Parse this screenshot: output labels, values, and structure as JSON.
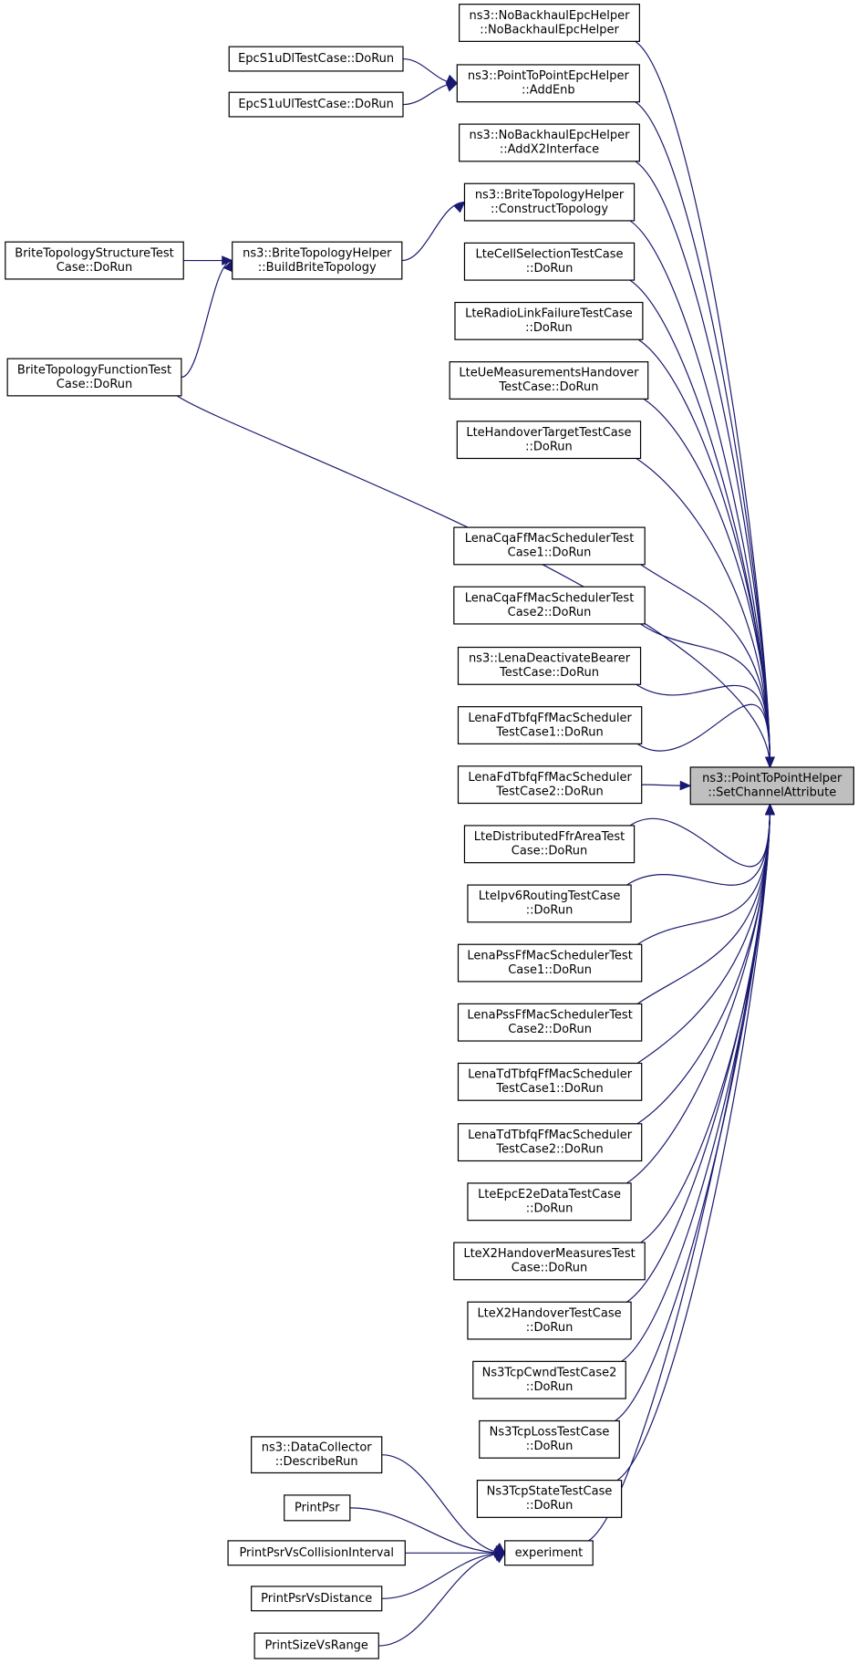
{
  "colors": {
    "edge": "#191970",
    "node_border": "#000000",
    "node_fill": "#ffffff",
    "target_fill": "#bfbfbf"
  },
  "nodes": [
    {
      "id": "target",
      "lines": [
        "ns3::PointToPointHelper",
        "::SetChannelAttribute"
      ],
      "highlight": true
    },
    {
      "id": "noBackhaulCtor",
      "lines": [
        "ns3::NoBackhaulEpcHelper",
        "::NoBackhaulEpcHelper"
      ]
    },
    {
      "id": "p2pAddEnb",
      "lines": [
        "ns3::PointToPointEpcHelper",
        "::AddEnb"
      ]
    },
    {
      "id": "s1uDl",
      "lines": [
        "EpcS1uDlTestCase::DoRun"
      ]
    },
    {
      "id": "s1uUl",
      "lines": [
        "EpcS1uUlTestCase::DoRun"
      ]
    },
    {
      "id": "noBackhaulX2",
      "lines": [
        "ns3::NoBackhaulEpcHelper",
        "::AddX2Interface"
      ]
    },
    {
      "id": "briteConstruct",
      "lines": [
        "ns3::BriteTopologyHelper",
        "::ConstructTopology"
      ]
    },
    {
      "id": "briteBuild",
      "lines": [
        "ns3::BriteTopologyHelper",
        "::BuildBriteTopology"
      ]
    },
    {
      "id": "briteStructure",
      "lines": [
        "BriteTopologyStructureTest",
        "Case::DoRun"
      ]
    },
    {
      "id": "briteFunction",
      "lines": [
        "BriteTopologyFunctionTest",
        "Case::DoRun"
      ]
    },
    {
      "id": "lteCellSel",
      "lines": [
        "LteCellSelectionTestCase",
        "::DoRun"
      ]
    },
    {
      "id": "lteRlf",
      "lines": [
        "LteRadioLinkFailureTestCase",
        "::DoRun"
      ]
    },
    {
      "id": "lteUeMeas",
      "lines": [
        "LteUeMeasurementsHandover",
        "TestCase::DoRun"
      ]
    },
    {
      "id": "lteHoTarget",
      "lines": [
        "LteHandoverTargetTestCase",
        "::DoRun"
      ]
    },
    {
      "id": "cqa1",
      "lines": [
        "LenaCqaFfMacSchedulerTest",
        "Case1::DoRun"
      ]
    },
    {
      "id": "cqa2",
      "lines": [
        "LenaCqaFfMacSchedulerTest",
        "Case2::DoRun"
      ]
    },
    {
      "id": "deactivate",
      "lines": [
        "ns3::LenaDeactivateBearer",
        "TestCase::DoRun"
      ]
    },
    {
      "id": "fdtbfq1",
      "lines": [
        "LenaFdTbfqFfMacScheduler",
        "TestCase1::DoRun"
      ]
    },
    {
      "id": "fdtbfq2",
      "lines": [
        "LenaFdTbfqFfMacScheduler",
        "TestCase2::DoRun"
      ]
    },
    {
      "id": "distFfr",
      "lines": [
        "LteDistributedFfrAreaTest",
        "Case::DoRun"
      ]
    },
    {
      "id": "ipv6",
      "lines": [
        "LteIpv6RoutingTestCase",
        "::DoRun"
      ]
    },
    {
      "id": "pss1",
      "lines": [
        "LenaPssFfMacSchedulerTest",
        "Case1::DoRun"
      ]
    },
    {
      "id": "pss2",
      "lines": [
        "LenaPssFfMacSchedulerTest",
        "Case2::DoRun"
      ]
    },
    {
      "id": "tdtbfq1",
      "lines": [
        "LenaTdTbfqFfMacScheduler",
        "TestCase1::DoRun"
      ]
    },
    {
      "id": "tdtbfq2",
      "lines": [
        "LenaTdTbfqFfMacScheduler",
        "TestCase2::DoRun"
      ]
    },
    {
      "id": "epcE2e",
      "lines": [
        "LteEpcE2eDataTestCase",
        "::DoRun"
      ]
    },
    {
      "id": "x2Meas",
      "lines": [
        "LteX2HandoverMeasuresTest",
        "Case::DoRun"
      ]
    },
    {
      "id": "x2Ho",
      "lines": [
        "LteX2HandoverTestCase",
        "::DoRun"
      ]
    },
    {
      "id": "tcpCwnd",
      "lines": [
        "Ns3TcpCwndTestCase2",
        "::DoRun"
      ]
    },
    {
      "id": "tcpLoss",
      "lines": [
        "Ns3TcpLossTestCase",
        "::DoRun"
      ]
    },
    {
      "id": "tcpState",
      "lines": [
        "Ns3TcpStateTestCase",
        "::DoRun"
      ]
    },
    {
      "id": "experiment",
      "lines": [
        "experiment"
      ]
    },
    {
      "id": "describeRun",
      "lines": [
        "ns3::DataCollector",
        "::DescribeRun"
      ]
    },
    {
      "id": "printPsr",
      "lines": [
        "PrintPsr"
      ]
    },
    {
      "id": "printPsrColl",
      "lines": [
        "PrintPsrVsCollisionInterval"
      ]
    },
    {
      "id": "printPsrDist",
      "lines": [
        "PrintPsrVsDistance"
      ]
    },
    {
      "id": "printSize",
      "lines": [
        "PrintSizeVsRange"
      ]
    }
  ],
  "edges": [
    [
      "noBackhaulCtor",
      "target"
    ],
    [
      "p2pAddEnb",
      "target"
    ],
    [
      "s1uDl",
      "p2pAddEnb"
    ],
    [
      "s1uUl",
      "p2pAddEnb"
    ],
    [
      "noBackhaulX2",
      "target"
    ],
    [
      "briteConstruct",
      "target"
    ],
    [
      "briteBuild",
      "briteConstruct"
    ],
    [
      "briteStructure",
      "briteBuild"
    ],
    [
      "briteFunction",
      "briteBuild"
    ],
    [
      "briteFunction",
      "target"
    ],
    [
      "lteCellSel",
      "target"
    ],
    [
      "lteRlf",
      "target"
    ],
    [
      "lteUeMeas",
      "target"
    ],
    [
      "lteHoTarget",
      "target"
    ],
    [
      "cqa1",
      "target"
    ],
    [
      "cqa2",
      "target"
    ],
    [
      "deactivate",
      "target"
    ],
    [
      "fdtbfq1",
      "target"
    ],
    [
      "fdtbfq2",
      "target"
    ],
    [
      "distFfr",
      "target"
    ],
    [
      "ipv6",
      "target"
    ],
    [
      "pss1",
      "target"
    ],
    [
      "pss2",
      "target"
    ],
    [
      "tdtbfq1",
      "target"
    ],
    [
      "tdtbfq2",
      "target"
    ],
    [
      "epcE2e",
      "target"
    ],
    [
      "x2Meas",
      "target"
    ],
    [
      "x2Ho",
      "target"
    ],
    [
      "tcpCwnd",
      "target"
    ],
    [
      "tcpLoss",
      "target"
    ],
    [
      "tcpState",
      "target"
    ],
    [
      "experiment",
      "target"
    ],
    [
      "describeRun",
      "experiment"
    ],
    [
      "printPsr",
      "experiment"
    ],
    [
      "printPsrColl",
      "experiment"
    ],
    [
      "printPsrDist",
      "experiment"
    ],
    [
      "printSize",
      "experiment"
    ]
  ]
}
